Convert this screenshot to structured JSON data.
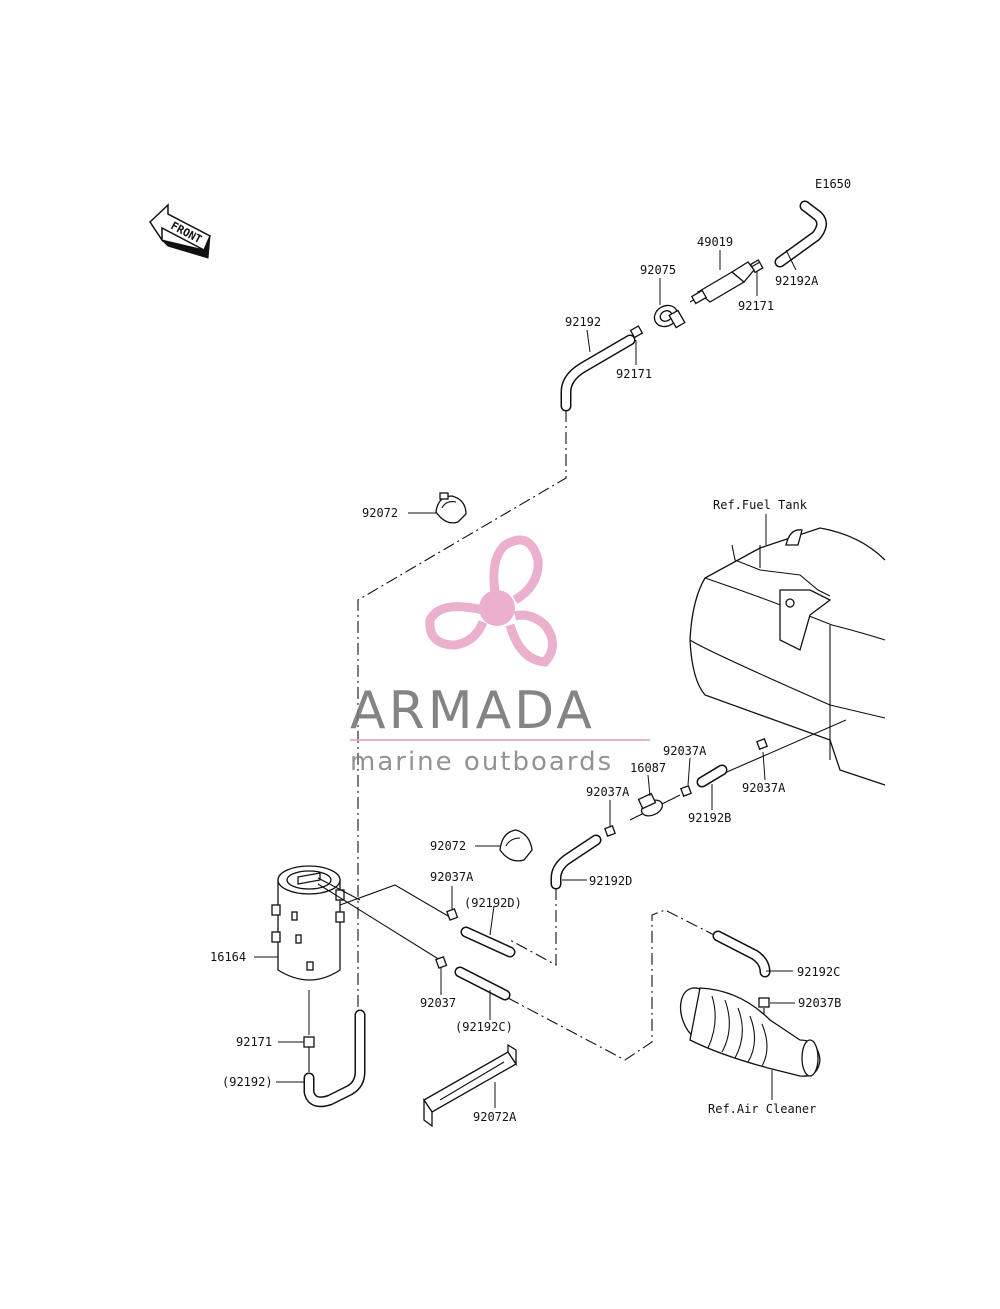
{
  "diagram_code": "E1650",
  "front_label": "FRONT",
  "refs": {
    "fuel_tank": "Ref.Fuel Tank",
    "air_cleaner": "Ref.Air Cleaner"
  },
  "watermark": {
    "title": "ARMADA",
    "subtitle": "marine outboards",
    "brand_color": "#e8a8c8"
  },
  "parts": {
    "p49019": "49019",
    "p92075": "92075",
    "p92192": "92192",
    "p92171_top": "92171",
    "p92171_mid": "92171",
    "p92192A": "92192A",
    "p92072_top": "92072",
    "p92072_mid": "92072",
    "p92037A_a": "92037A",
    "p92037A_b": "92037A",
    "p92037A_c": "92037A",
    "p92037A_d": "92037A",
    "p16087": "16087",
    "p92192B": "92192B",
    "p92192D": "92192D",
    "p92192D_ref": "(92192D)",
    "p16164": "16164",
    "p92037": "92037",
    "p92192C_ref": "(92192C)",
    "p92192C": "92192C",
    "p92037B": "92037B",
    "p92171_bot": "92171",
    "p92192_ref": "(92192)",
    "p92072A": "92072A"
  }
}
